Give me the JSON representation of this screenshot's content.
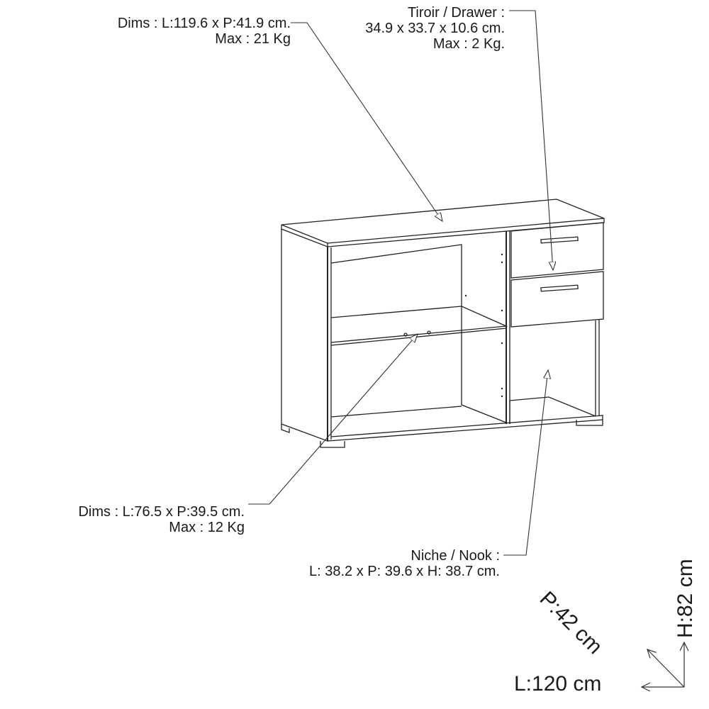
{
  "top_callout": {
    "line1": "Dims : L:119.6 x P:41.9 cm.",
    "line2": "Max : 21 Kg"
  },
  "drawer_callout": {
    "line1": "Tiroir / Drawer :",
    "line2": "34.9 x 33.7 x 10.6 cm.",
    "line3": "Max : 2 Kg."
  },
  "shelf_callout": {
    "line1": "Dims : L:76.5 x P:39.5 cm.",
    "line2": "Max : 12 Kg"
  },
  "nook_callout": {
    "line1": "Niche / Nook :",
    "line2": "L: 38.2 x P: 39.6 x H: 38.7 cm."
  },
  "overall": {
    "depth": "P:42 cm",
    "height": "H:82 cm",
    "length": "L:120 cm"
  }
}
